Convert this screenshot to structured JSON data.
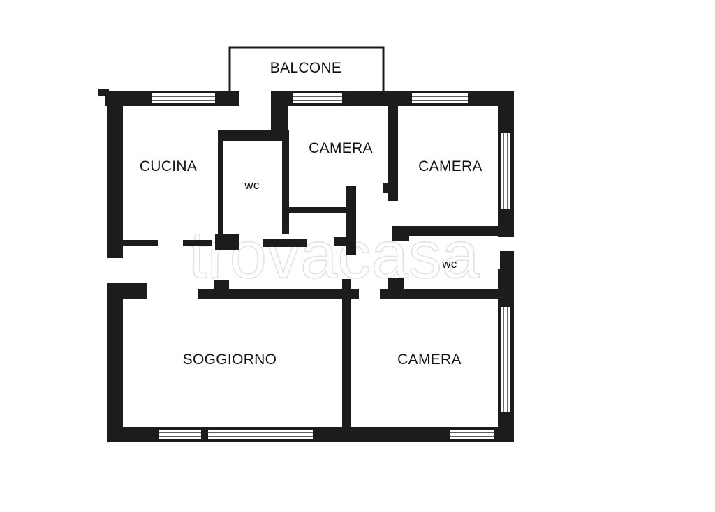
{
  "rooms": {
    "balcone": "BALCONE",
    "cucina": "CUCINA",
    "wc_1": "wc",
    "camera_1": "CAMERA",
    "camera_2": "CAMERA",
    "wc_2": "wc",
    "soggiorno": "SOGGIORNO",
    "camera_3": "CAMERA"
  },
  "watermark": "trovacasa",
  "colors": {
    "wall": "#1c1c1c",
    "background": "#ffffff",
    "watermark": "#c9c9c9"
  }
}
